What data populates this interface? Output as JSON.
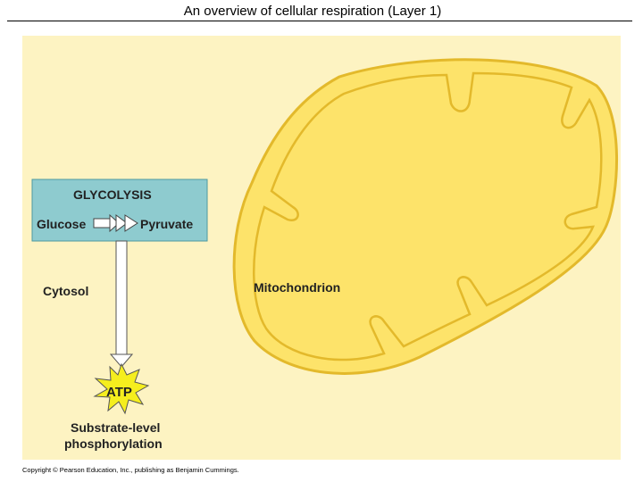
{
  "title": "An overview of cellular respiration (Layer 1)",
  "labels": {
    "glycolysis": "GLYCOLYSIS",
    "glucose": "Glucose",
    "pyruvate": "Pyruvate",
    "cytosol": "Cytosol",
    "mitochondrion": "Mitochondrion",
    "atp": "ATP",
    "substrate_line1": "Substrate-level",
    "substrate_line2": "phosphorylation"
  },
  "copyright": "Copyright © Pearson Education, Inc., publishing as Benjamin Cummings.",
  "colors": {
    "cytosol_bg": "#fdf3c2",
    "mitochondrion_fill": "#fde36a",
    "mitochondrion_edge": "#e3b92b",
    "glycolysis_box": "#8ecbcf",
    "atp_burst": "#f5ee1e"
  }
}
